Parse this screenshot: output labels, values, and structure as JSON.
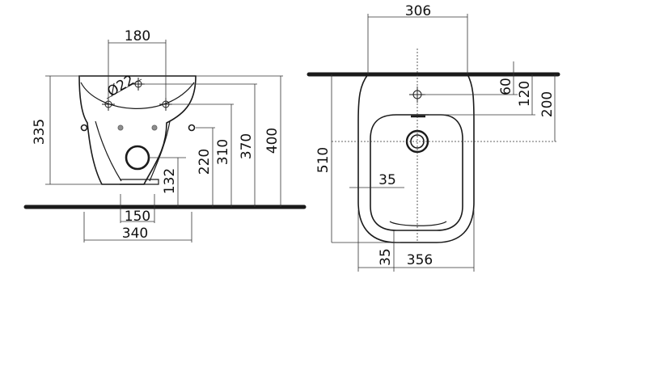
{
  "drawing": {
    "colors": {
      "line": "#1a1a1a",
      "dim": "#333333",
      "floor": "#1a1a1a",
      "fixing": "#8f8f8f",
      "background": "#ffffff"
    },
    "front_view": {
      "dimensions": {
        "width_fixing_top": "180",
        "hole_diameter": "Ø22",
        "height_total": "335",
        "fixing_width_bottom": "150",
        "width_bottom": "340",
        "waste_height": "132",
        "height_220": "220",
        "height_310": "310",
        "height_370": "370",
        "height_400": "400"
      }
    },
    "plan_view": {
      "dimensions": {
        "width_top": "306",
        "depth_60": "60",
        "depth_120": "120",
        "depth_200": "200",
        "depth_total": "510",
        "inner_offset_35": "35",
        "edge_offset_35": "35",
        "width_total": "356"
      }
    }
  }
}
